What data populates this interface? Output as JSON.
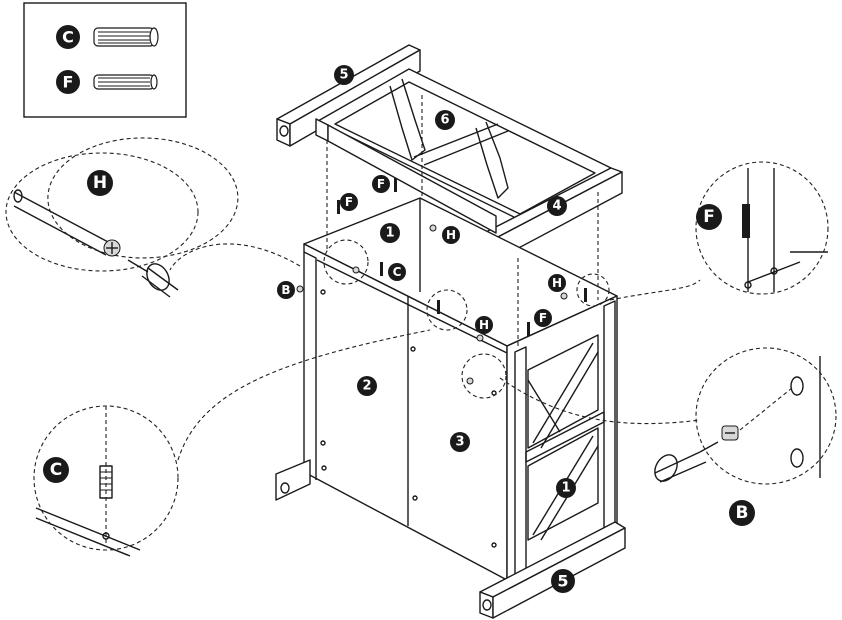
{
  "legend": {
    "items": [
      {
        "letter": "C",
        "part": "wooden-dowel"
      },
      {
        "letter": "F",
        "part": "short-dowel"
      }
    ]
  },
  "part_labels": {
    "top_rail_back": "5",
    "top_rail_front": "4",
    "top_brace": "6",
    "back_panel_inner": "1",
    "left_door": "2",
    "right_door": "3",
    "side_frame": "1",
    "bottom_rail": "5"
  },
  "hardware_labels": {
    "cam_lock_detail": "H",
    "dowel_f_detail": "F",
    "dowel_c_detail": "C",
    "cam_bolt_detail": "B",
    "cam_h_center": "H",
    "cam_h_front": "H",
    "cam_h_right": "H",
    "dowel_f_top": "F",
    "dowel_f_left": "F",
    "dowel_f_right": "F",
    "dowel_c_center": "C",
    "bolt_b_left": "B"
  },
  "colors": {
    "badge": "#1a1a1a",
    "badge_text": "#ffffff",
    "line": "#1a1a1a"
  }
}
